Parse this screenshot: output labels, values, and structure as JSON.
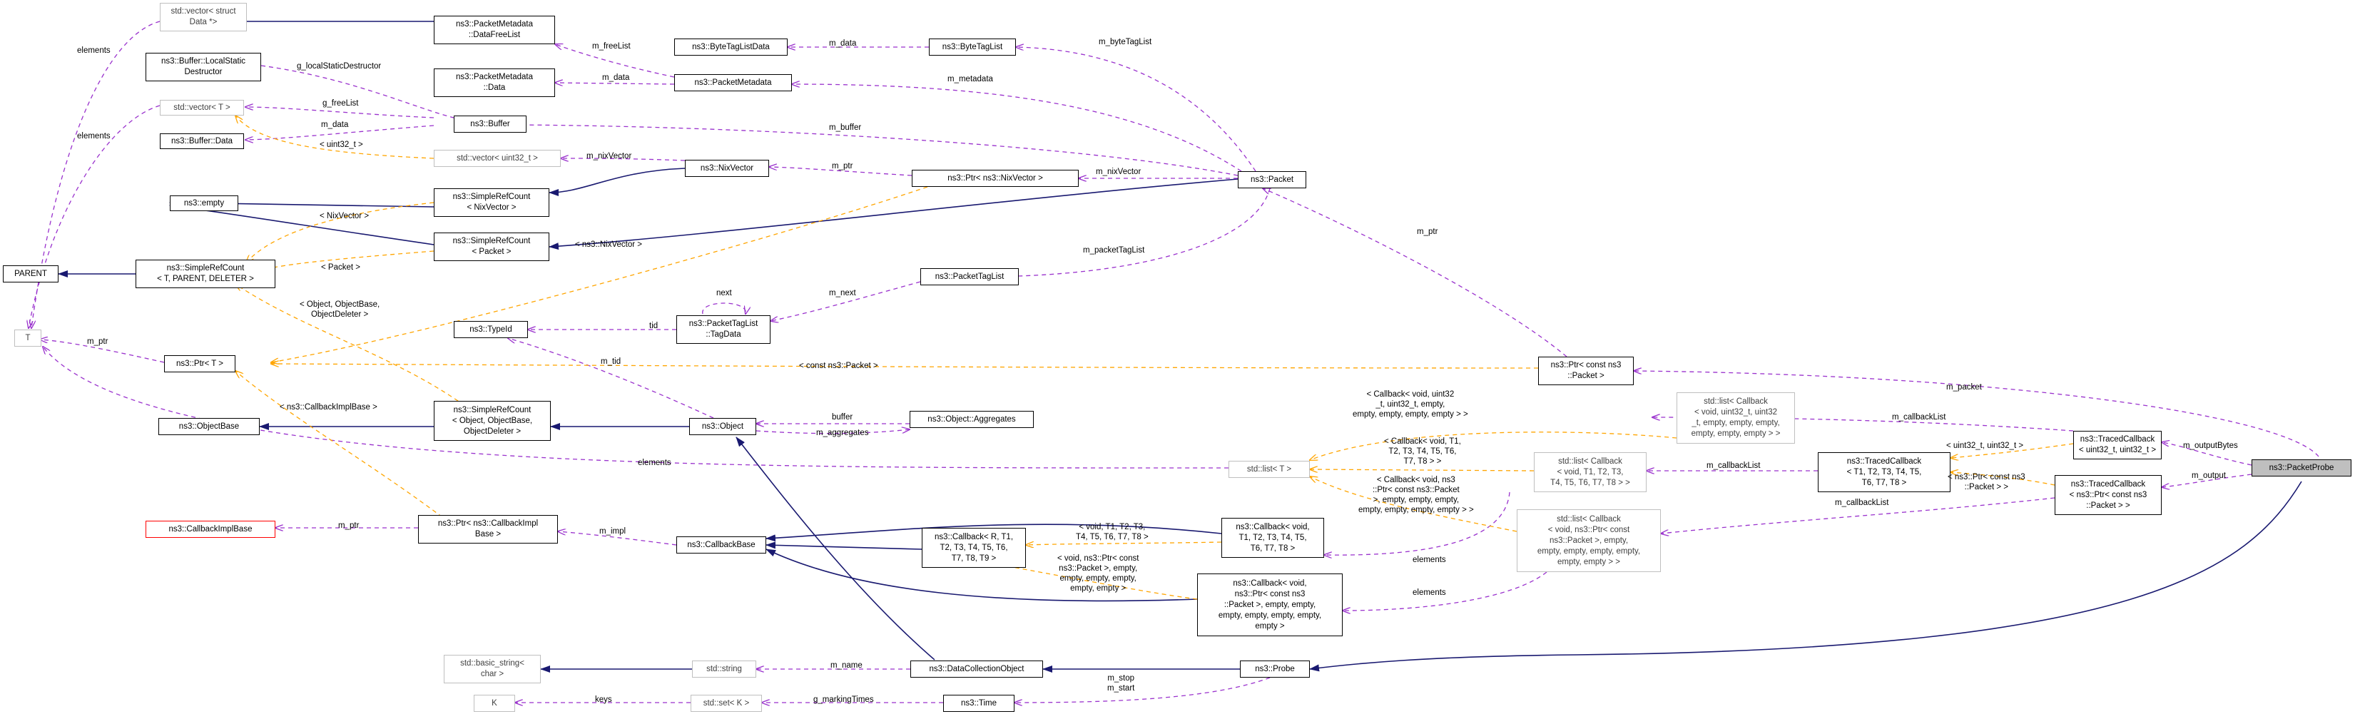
{
  "colors": {
    "inherit": "#191970",
    "usage": "#9a32cd",
    "template": "#ffa500",
    "focus_fill": "#bfbfbf",
    "undocumented_border": "#bfbfbf",
    "truncated_border": "#ff0000"
  },
  "nodes": {
    "vector_data": "std::vector< struct\nData *>",
    "buffer_lsd": "ns3::Buffer::LocalStatic\nDestructor",
    "vector_T": "std::vector< T >",
    "buffer_data": "ns3::Buffer::Data",
    "empty": "ns3::empty",
    "parent": "PARENT",
    "srcT": "ns3::SimpleRefCount\n< T, PARENT, DELETER >",
    "T": "T",
    "ptrT": "ns3::Ptr< T >",
    "objectbase": "ns3::ObjectBase",
    "cibase": "ns3::CallbackImplBase",
    "basic_string": "std::basic_string<\nchar >",
    "K": "K",
    "pm_dfl": "ns3::PacketMetadata\n::DataFreeList",
    "pm_data": "ns3::PacketMetadata\n::Data",
    "buffer": "ns3::Buffer",
    "vec_u32": "std::vector< uint32_t >",
    "src_nix": "ns3::SimpleRefCount\n< NixVector >",
    "src_packet": "ns3::SimpleRefCount\n< Packet >",
    "typeid": "ns3::TypeId",
    "src_object": "ns3::SimpleRefCount\n< Object, ObjectBase,\nObjectDeleter >",
    "ptr_cib": "ns3::Ptr< ns3::CallbackImpl\nBase >",
    "btld": "ns3::ByteTagListData",
    "pm": "ns3::PacketMetadata",
    "nixvector": "ns3::NixVector",
    "ptl_tagdata": "ns3::PacketTagList\n::TagData",
    "object": "ns3::Object",
    "callbackbase": "ns3::CallbackBase",
    "string": "std::string",
    "set_K": "std::set< K >",
    "btl": "ns3::ByteTagList",
    "ptr_nix": "ns3::Ptr< ns3::NixVector >",
    "ptl": "ns3::PacketTagList",
    "aggregates": "ns3::Object::Aggregates",
    "cb_r": "ns3::Callback< R, T1,\nT2, T3, T4, T5, T6,\nT7, T8, T9 >",
    "dco": "ns3::DataCollectionObject",
    "time": "ns3::Time",
    "packet": "ns3::Packet",
    "cb_void": "ns3::Callback< void,\nT1, T2, T3, T4, T5,\nT6, T7, T8 >",
    "cb_packet": "ns3::Callback< void,\nns3::Ptr< const ns3\n::Packet >, empty, empty,\nempty, empty, empty, empty,\nempty >",
    "probe": "ns3::Probe",
    "ptr_const_packet": "ns3::Ptr< const ns3\n::Packet >",
    "list_T": "std::list< T >",
    "list_u32": "std::list< Callback\n< void, uint32_t, uint32\n_t, empty, empty, empty,\nempty, empty, empty > >",
    "list_cbT": "std::list< Callback\n< void, T1, T2, T3,\nT4, T5, T6, T7, T8 > >",
    "list_cbpacket": "std::list< Callback\n< void, ns3::Ptr< const\nns3::Packet >, empty,\nempty, empty, empty, empty,\nempty, empty > >",
    "tc_T": "ns3::TracedCallback\n< T1, T2, T3, T4, T5,\nT6, T7, T8 >",
    "tc_u32": "ns3::TracedCallback\n< uint32_t, uint32_t >",
    "tc_packet": "ns3::TracedCallback\n< ns3::Ptr< const ns3\n::Packet > >",
    "packetprobe": "ns3::PacketProbe"
  },
  "edge_labels": {
    "elements_vd": "elements",
    "elements_vt": "elements",
    "g_localStaticDestructor": "g_localStaticDestructor",
    "g_freeList": "g_freeList",
    "m_data_bd": "m_data",
    "uint32_t": "< uint32_t >",
    "nixvector_tpl": "< NixVector >",
    "packet_tpl": "< Packet >",
    "object_tpl": "< Object, ObjectBase,\nObjectDeleter >",
    "cib_tpl": "< ns3::CallbackImplBase >",
    "ns3_nixvector_tpl": "< ns3::NixVector >",
    "m_ptr_T": "m_ptr",
    "m_freeList": "m_freeList",
    "m_data_pm": "m_data",
    "m_data_btl": "m_data",
    "m_byteTagList": "m_byteTagList",
    "m_metadata": "m_metadata",
    "m_buffer": "m_buffer",
    "m_nixVector_vec": "m_nixVector",
    "m_ptr_nix": "m_ptr",
    "m_nixVector_pk": "m_nixVector",
    "m_packetTagList": "m_packetTagList",
    "m_next": "m_next",
    "next": "next",
    "tid": "tid",
    "m_tid": "m_tid",
    "m_ptr_pk": "m_ptr",
    "const_packet_tpl": "< const ns3::Packet >",
    "buffer_lbl": "buffer",
    "m_aggregates": "m_aggregates",
    "elements_list": "elements",
    "m_ptr_cib": "m_ptr",
    "m_impl": "m_impl",
    "cb_void_tpl": "< void, T1, T2, T3,\nT4, T5, T6, T7, T8 >",
    "cb_packet_tpl": "< void, ns3::Ptr< const\nns3::Packet >, empty,\nempty, empty, empty,\nempty, empty >",
    "list_u32_tpl": "< Callback< void, uint32\n_t, uint32_t, empty,\nempty, empty, empty, empty > >",
    "list_cbT_tpl": "< Callback< void, T1,\nT2, T3, T4, T5, T6,\nT7, T8 > >",
    "list_cbpacket_tpl": "< Callback< void, ns3\n::Ptr< const ns3::Packet\n>, empty, empty, empty,\nempty, empty, empty, empty > >",
    "elements_cbT": "elements",
    "elements_cbp": "elements",
    "m_callbackList_u32": "m_callbackList",
    "m_callbackList_T": "m_callbackList",
    "m_callbackList_pk": "m_callbackList",
    "tc_u32_tpl": "< uint32_t, uint32_t >",
    "tc_packet_tpl": "< ns3::Ptr< const ns3\n::Packet > >",
    "m_packet": "m_packet",
    "m_outputBytes": "m_outputBytes",
    "m_output": "m_output",
    "m_name": "m_name",
    "keys": "keys",
    "g_markingTimes": "g_markingTimes",
    "m_stop_start": "m_stop\nm_start"
  }
}
